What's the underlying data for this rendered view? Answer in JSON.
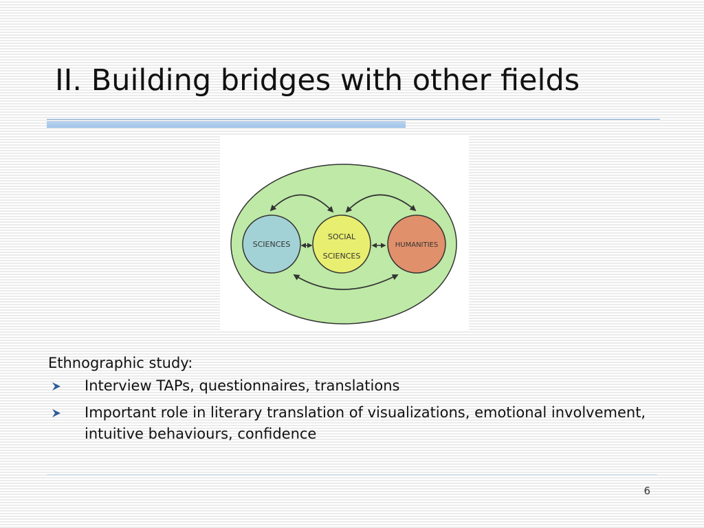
{
  "slide": {
    "title": "II. Building bridges with other fields",
    "page_number": "6"
  },
  "diagram": {
    "nodes": [
      {
        "id": "sciences",
        "label": "SCIENCES",
        "color": "#a3d2d6"
      },
      {
        "id": "social-sciences",
        "label_line1": "SOCIAL",
        "label_line2": "SCIENCES",
        "color": "#e8ee6f"
      },
      {
        "id": "humanities",
        "label": "HUMANITIES",
        "color": "#e0906b"
      }
    ],
    "container_color": "#bee9a6",
    "outline_color": "#333333"
  },
  "content": {
    "intro": "Ethnographic study:",
    "bullets": [
      "Interview TAPs, questionnaires, translations",
      "Important role in literary translation of visualizations, emotional involvement, intuitive behaviours, confidence"
    ],
    "bullet_color": "#2e5b96"
  },
  "colors": {
    "title_rule": "#9fc3e9",
    "footer_rule": "#b9cfe6"
  }
}
